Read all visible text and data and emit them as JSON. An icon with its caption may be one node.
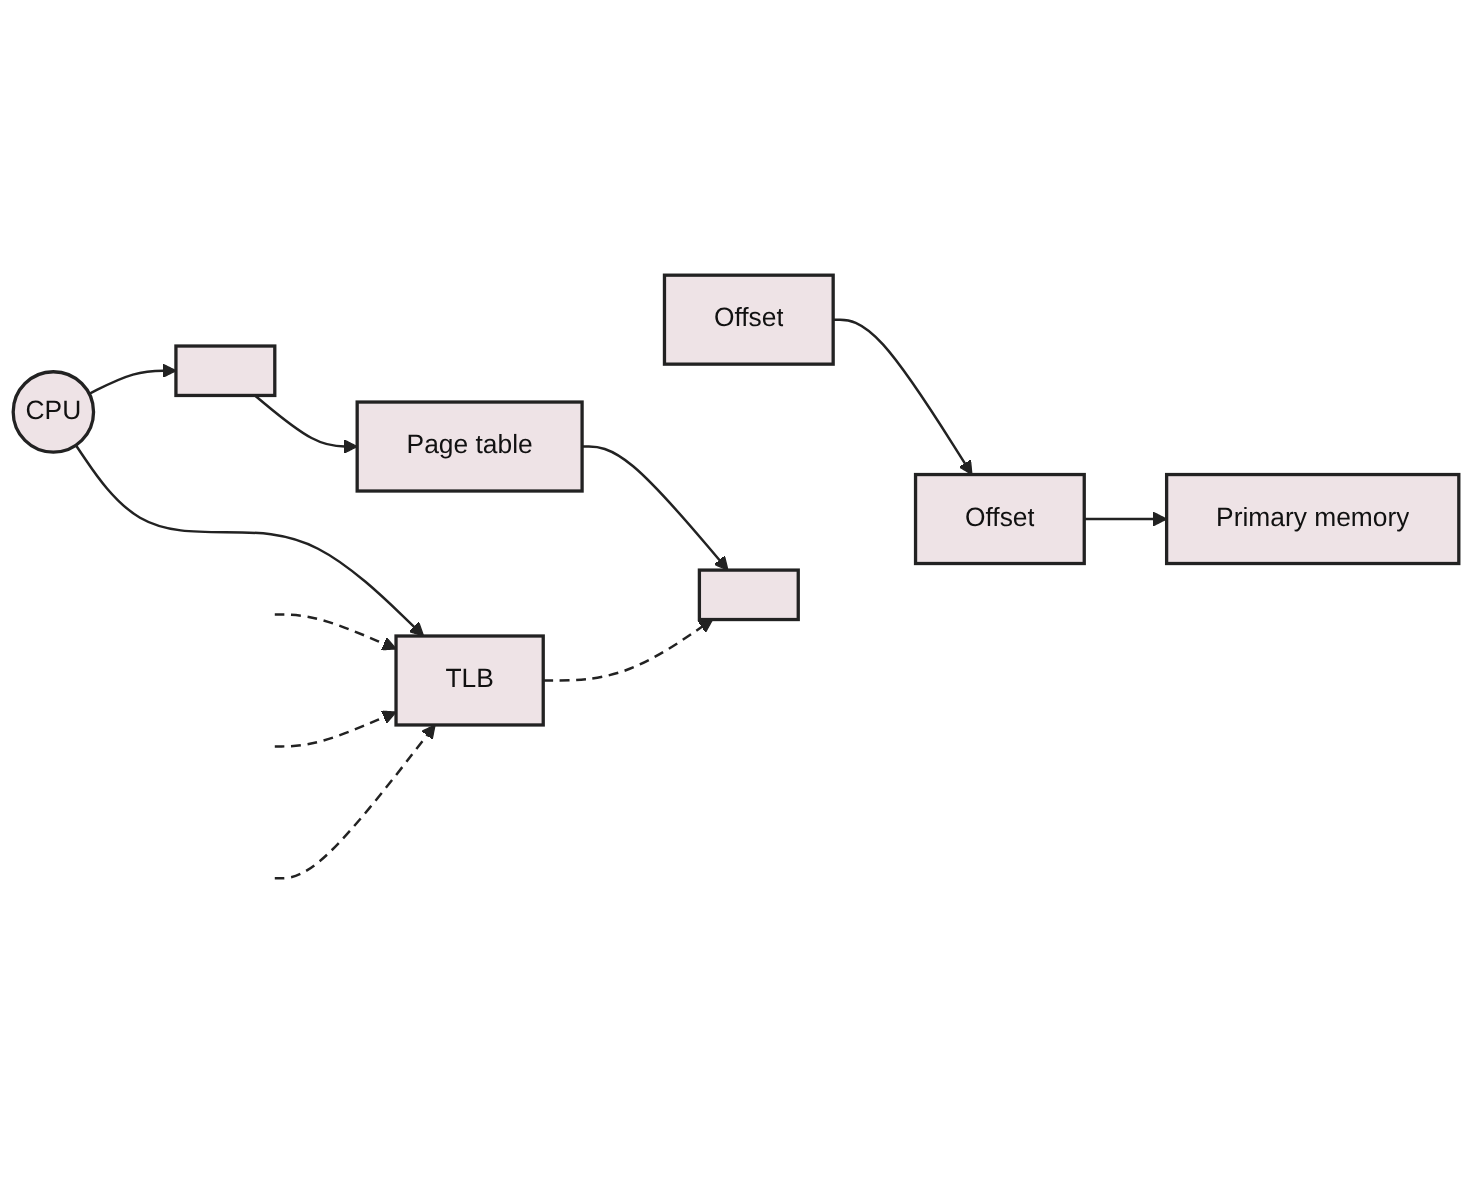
{
  "diagram": {
    "nodes": [
      {
        "text": [
          "CPU"
        ]
      },
      {
        "text": [],
        "shape": "box"
      },
      {
        "text": [
          "Offset"
        ]
      },
      {
        "text": [],
        "shape": "box"
      },
      {
        "text": [
          "Offset"
        ]
      },
      {
        "text": [
          "Page table"
        ]
      },
      {
        "text": [
          "Primary memory"
        ]
      },
      {
        "text": [
          "TLB"
        ]
      }
    ],
    "edges": [
      {
        "from": 0,
        "to": 1,
        "arrow": "to"
      },
      {
        "from": 0,
        "to": 7,
        "arrow": "to"
      },
      {
        "from": 1,
        "to": 5,
        "arrow": "to"
      },
      {
        "from": 5,
        "to": 3,
        "arrow": "to"
      },
      {
        "from": 2,
        "to": 4,
        "arrow": "to"
      },
      {
        "from": 7,
        "to": 3,
        "arrow": "to",
        "style": "dashed"
      },
      {
        "from": 4,
        "to": 6,
        "arrow": "to"
      },
      {
        "from": null,
        "to": 7,
        "arrow": "to",
        "style": "dashed"
      },
      {
        "from": null,
        "to": 7,
        "arrow": "to",
        "style": "dashed"
      },
      {
        "from": null,
        "to": 7,
        "arrow": "to",
        "style": "dashed"
      }
    ]
  }
}
